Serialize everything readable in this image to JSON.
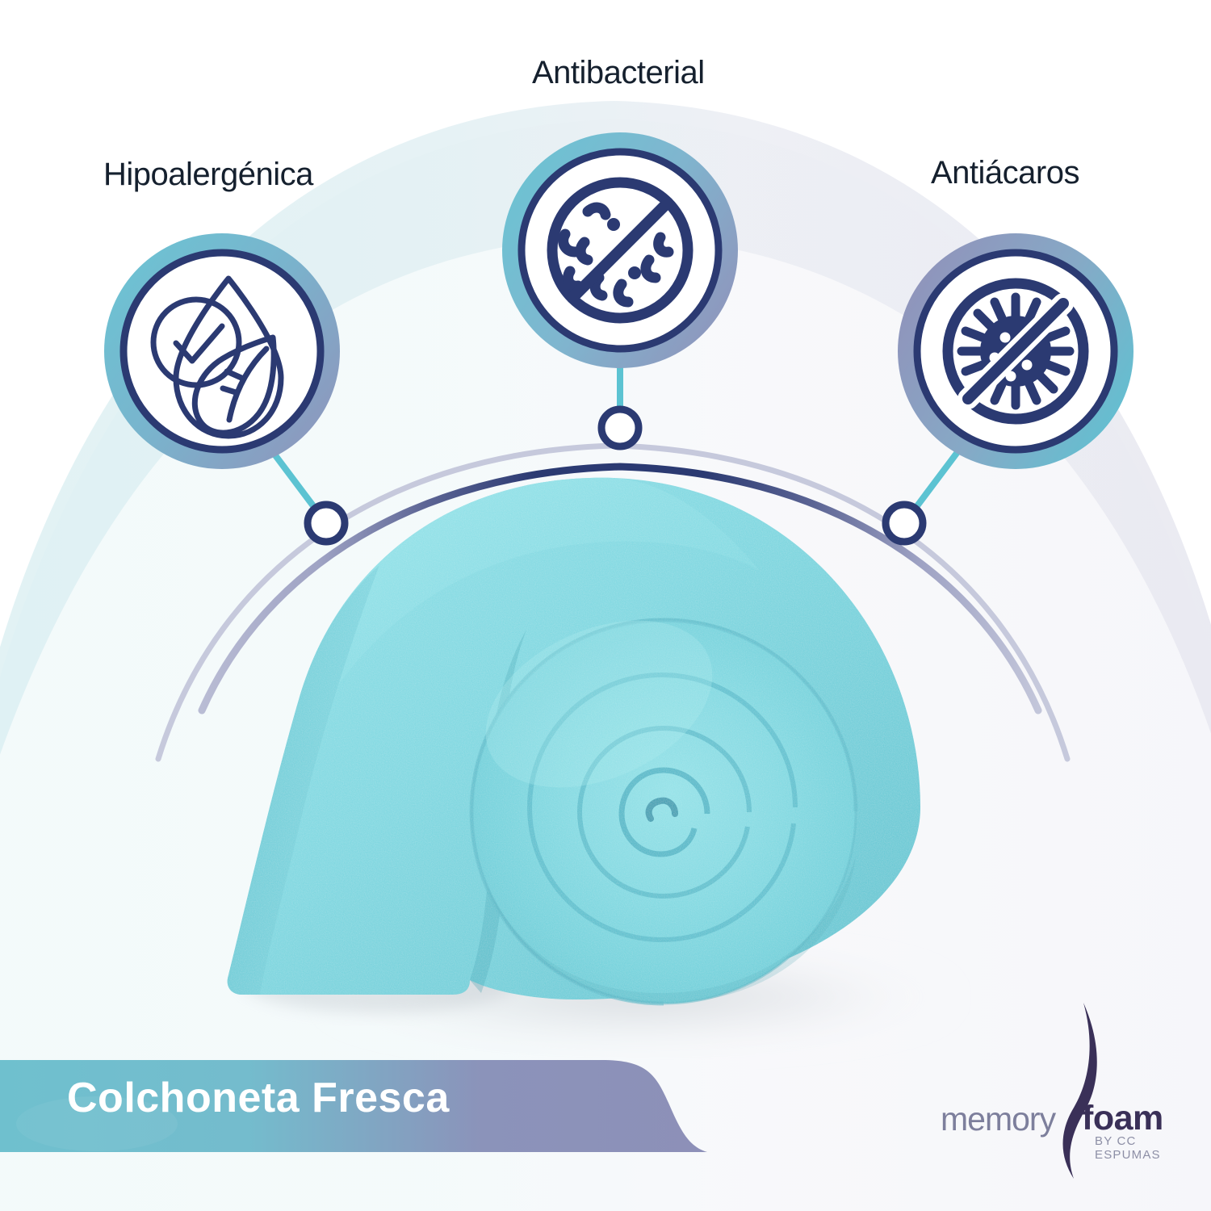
{
  "features": [
    {
      "label": "Hipoalergénica",
      "icon": "water-drop-check-leaf-icon",
      "icon_desc": "water droplet with check circle and leaf"
    },
    {
      "label": "Antibacterial",
      "icon": "no-bacteria-icon",
      "icon_desc": "prohibition circle over bacteria rods"
    },
    {
      "label": "Antiácaros",
      "icon": "no-dust-mite-icon",
      "icon_desc": "prohibition slash over spiky mite microbe"
    }
  ],
  "banner": {
    "title": "Colchoneta Fresca"
  },
  "logo": {
    "word_light": "memory",
    "word_bold": "foam",
    "tagline": "BY CC ESPUMAS"
  },
  "product": {
    "name": "rolled foam mattress topper",
    "color": "#7fd9e2"
  },
  "colors": {
    "navy": "#2b3a72",
    "teal": "#6fc3d2",
    "lavender": "#8d90b8",
    "text_dark": "#15202e",
    "banner_teal": "#6fc0ce",
    "banner_lavender": "#8d90b8",
    "foam_cyan": "#7fd9e2",
    "logo_purple": "#3a3058",
    "logo_grey": "#7d7f9c"
  }
}
